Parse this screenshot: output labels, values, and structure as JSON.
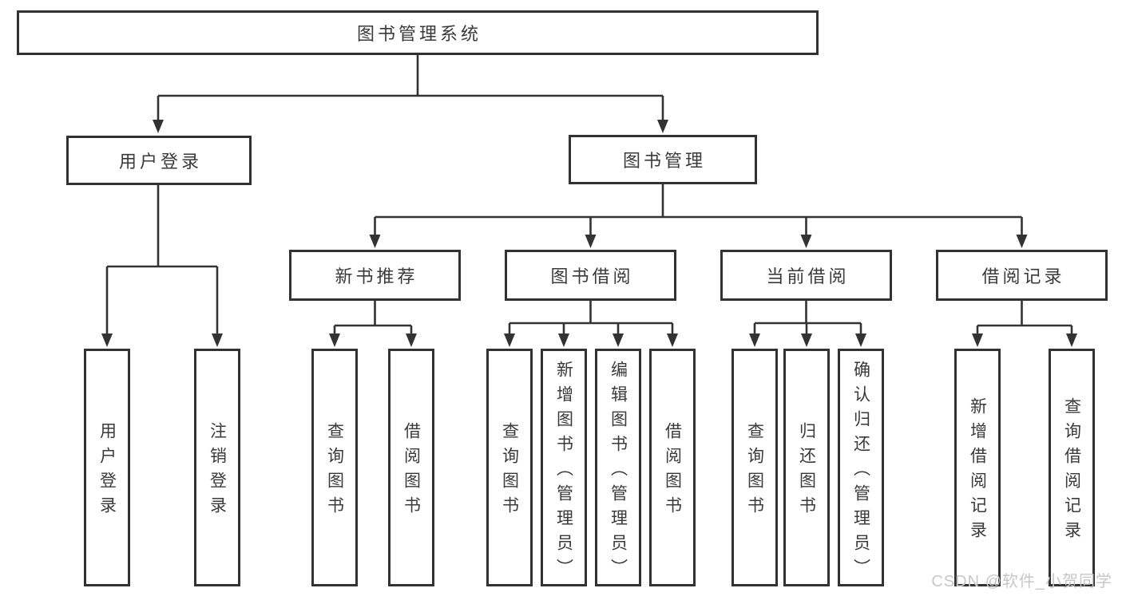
{
  "diagram": {
    "root": {
      "label": "图书管理系统"
    },
    "branches": [
      {
        "label": "用户登录",
        "children": [
          {
            "label": "用户登录"
          },
          {
            "label": "注销登录"
          }
        ]
      },
      {
        "label": "图书管理",
        "modules": [
          {
            "label": "新书推荐",
            "children": [
              {
                "label": "查询图书"
              },
              {
                "label": "借阅图书"
              }
            ]
          },
          {
            "label": "图书借阅",
            "children": [
              {
                "label": "查询图书"
              },
              {
                "label": "新增图书（管理员）"
              },
              {
                "label": "编辑图书（管理员）"
              },
              {
                "label": "借阅图书"
              }
            ]
          },
          {
            "label": "当前借阅",
            "children": [
              {
                "label": "查询图书"
              },
              {
                "label": "归还图书"
              },
              {
                "label": "确认归还（管理员）"
              }
            ]
          },
          {
            "label": "借阅记录",
            "children": [
              {
                "label": "新增借阅记录"
              },
              {
                "label": "查询借阅记录"
              }
            ]
          }
        ]
      }
    ],
    "watermark": "CSDN @软件_小贺同学",
    "colors": {
      "line": "#333333",
      "border": "#323232",
      "text": "#3a3a3a",
      "watermark": "#c7c7c7",
      "background": "#ffffff"
    }
  }
}
